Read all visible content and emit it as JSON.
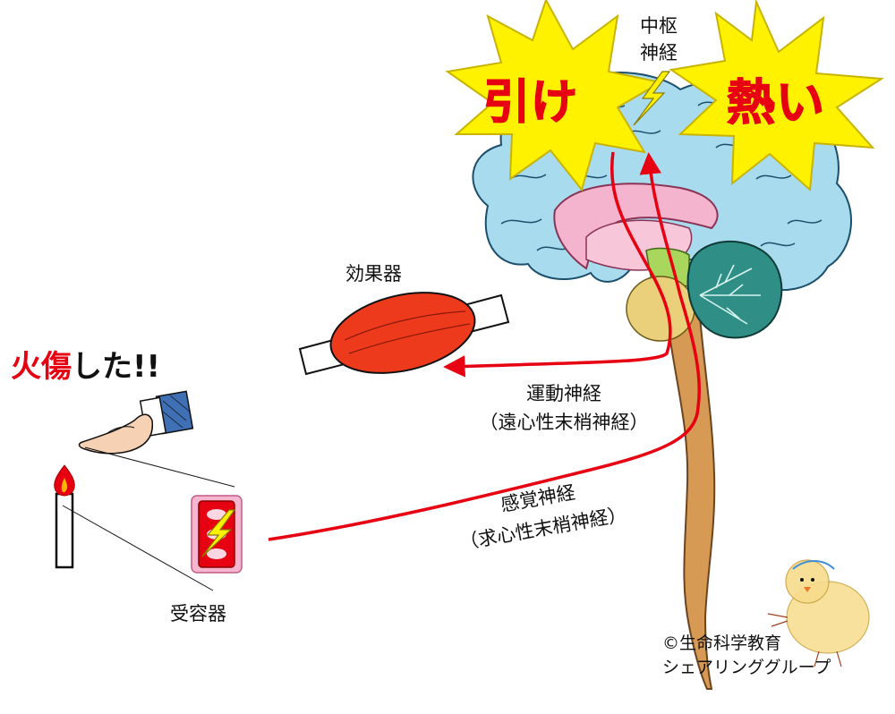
{
  "title": {
    "red_part": "火傷",
    "black_part": "した!!"
  },
  "burst_left": "引け",
  "burst_right": "熱い",
  "central_nerve": [
    "中枢",
    "神経"
  ],
  "effector": "効果器",
  "receptor": "受容器",
  "motor_nerve": {
    "name": "運動神経",
    "sub": "（遠心性末梢神経）"
  },
  "sensory_nerve": {
    "name": "感覚神経",
    "sub": "（求心性末梢神経）"
  },
  "credit": {
    "line1": "©生命科学教育",
    "line2": "シェアリンググループ"
  },
  "colors": {
    "signal_red": "#e60012",
    "burst_yellow": "#fff200",
    "cerebrum_blue": "#a9dbef",
    "limbic_pink": "#f4b4cd",
    "cerebellum_teal": "#2f8f86",
    "brainstem_green": "#a9d65d",
    "pons_yellow": "#ead07a",
    "spinal_tan": "#d79a55",
    "muscle_red": "#ee3a1c"
  }
}
